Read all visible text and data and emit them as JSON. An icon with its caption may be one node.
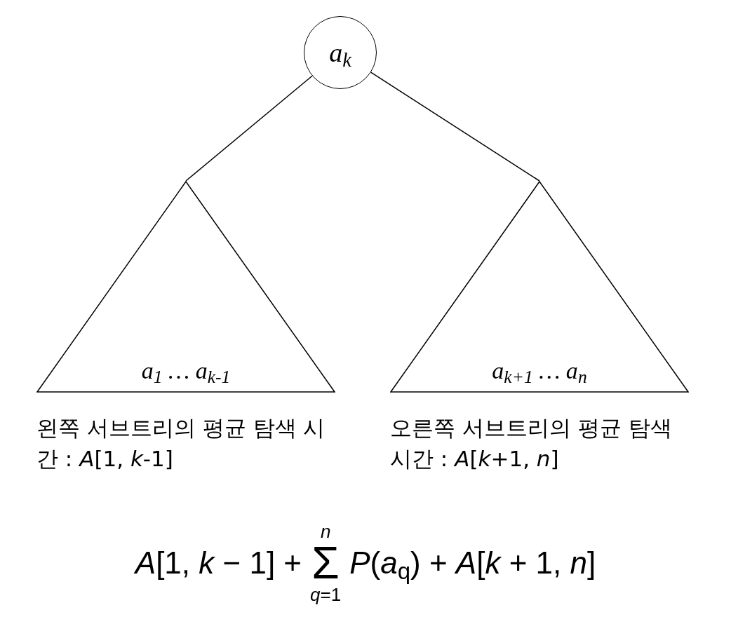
{
  "diagram": {
    "nodes": [
      {
        "text": [
          "a$_{k}$"
        ]
      },
      {
        "text": [
          "a$_{1}$ … a$_{k-1}$"
        ],
        "beside": [
          "왼쪽 서브트리의 평균 탐색 시간 : *A*[1, *k*-1]"
        ]
      },
      {
        "text": [
          "a$_{k+1}$ … a$_{n}$"
        ],
        "beside": [
          "오른쪽 서브트리의 평균 탐색 시간 : *A*[*k*+1, *n*]"
        ]
      }
    ],
    "edges": [
      {
        "from": 0,
        "to": 1,
        "arrow": "none"
      },
      {
        "from": 0,
        "to": 2,
        "arrow": "none"
      }
    ],
    "labels": [
      "*A*[1, *k* − 1] +",
      "Σ",
      "*n*",
      "*q*=1",
      "*P*(*a*$_{q}$) + *A*[*k* + 1, *n*]"
    ]
  }
}
